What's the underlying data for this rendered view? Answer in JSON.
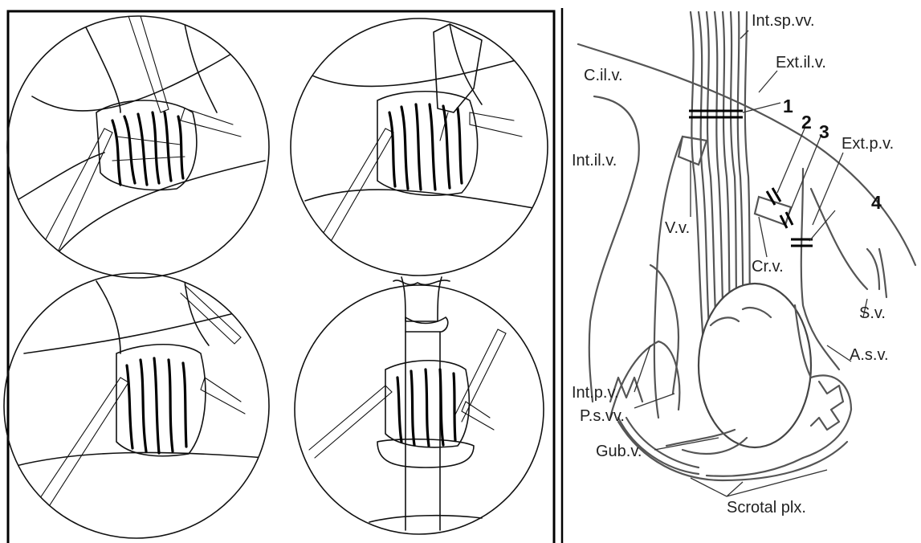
{
  "diagram": {
    "labels": {
      "int_sp_vv": "Int.sp.vv.",
      "c_il_v": "C.il.v.",
      "ext_il_v": "Ext.il.v.",
      "int_il_v": "Int.il.v.",
      "ext_p_v": "Ext.p.v.",
      "v_v": "V.v.",
      "cr_v": "Cr.v.",
      "s_v": "S.v.",
      "a_s_v": "A.s.v.",
      "int_p_v": "Int.p.v.",
      "p_s_vv": "P.s.vv.",
      "gub_v": "Gub.v.",
      "scrotal_plx": "Scrotal plx."
    },
    "ligation_numbers": [
      "1",
      "2",
      "3",
      "4"
    ]
  }
}
